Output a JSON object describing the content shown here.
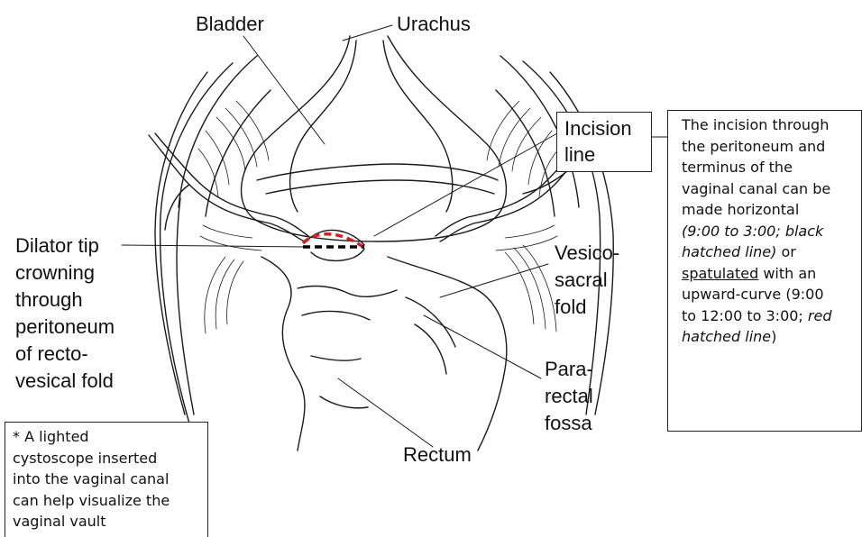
{
  "labels": {
    "bladder": "Bladder",
    "urachus": "Urachus",
    "incision_line_1": "Incision",
    "incision_line_2": "line",
    "dilator_1": "Dilator tip",
    "dilator_2": "crowning",
    "dilator_3": "through",
    "dilator_4": "peritoneum",
    "dilator_5": "of recto-",
    "dilator_6": "vesical fold",
    "vesico_1": "Vesico-",
    "vesico_2": "sacral",
    "vesico_3": "fold",
    "para_1": "Para-",
    "para_2": "rectal",
    "para_3": "fossa",
    "rectum": "Rectum"
  },
  "right_note": {
    "line1": "The incision through",
    "line2": "the peritoneum and",
    "line3": "terminus of the",
    "line4": "vaginal canal can be",
    "line5": "made horizontal",
    "line6_italic": "(9:00  to 3:00; black",
    "line7_italic": "hatched line)",
    "line7_rest": " or",
    "line8_underlined": "spatulated",
    "line8_rest": " with an",
    "line9": "upward-curve (9:00",
    "line10_plain": "to 12:00 to 3:00; ",
    "line10_italic": "red",
    "line11_italic": "hatched line",
    "line11_rest": ")"
  },
  "left_note": {
    "line1": "* A lighted",
    "line2": "cystoscope inserted",
    "line3": "into the vaginal canal",
    "line4": "can help visualize the",
    "line5": "vaginal vault"
  },
  "colors": {
    "line": "#1a1a1a",
    "red_hatch": "#d62020",
    "black_hatch": "#000000"
  }
}
